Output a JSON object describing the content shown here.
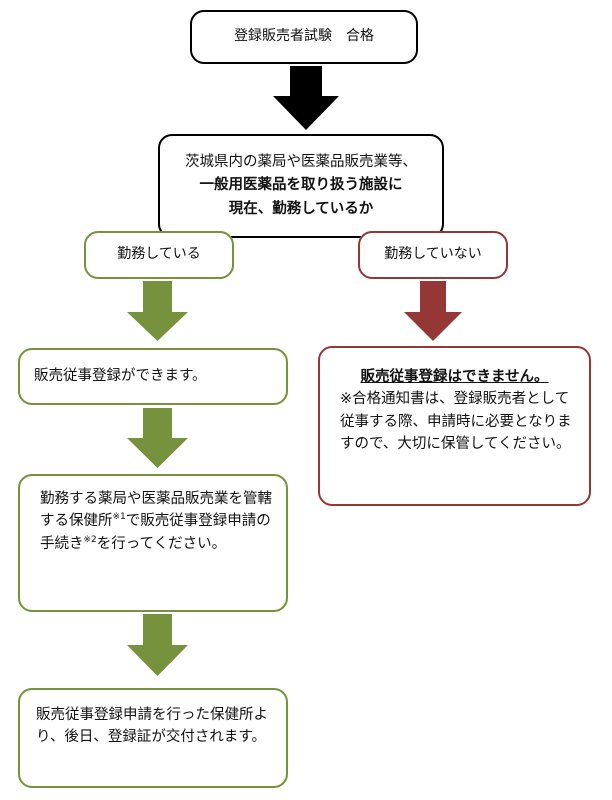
{
  "top_box": {
    "text": "登録販売者試験　合格"
  },
  "question_box": {
    "line1": "茨城県内の薬局や医薬品販売業等、",
    "line2": "一般用医薬品を取り扱う施設に",
    "line3": "現在、勤務しているか"
  },
  "branch_yes": {
    "label": "勤務している"
  },
  "branch_no": {
    "label": "勤務していない"
  },
  "can_register_box": {
    "text": "販売従事登録ができます。"
  },
  "cannot_register_box": {
    "heading": "販売従事登録はできません。",
    "note": "※合格通知書は、登録販売者として従事する際、申請時に必要となりますので、大切に保管してください。"
  },
  "procedure_box": {
    "text_part1": "勤務する薬局や医薬品販売業を管轄する保健所",
    "footnote1": "※1",
    "text_part2": "で販売従事登録申請の手続き",
    "footnote2": "※2",
    "text_part3": "を行ってください。"
  },
  "final_box": {
    "text": "販売従事登録申請を行った保健所より、後日、登録証が交付されます。"
  },
  "colors": {
    "black_border": "#000000",
    "green": "#76923c",
    "red": "#953735"
  }
}
